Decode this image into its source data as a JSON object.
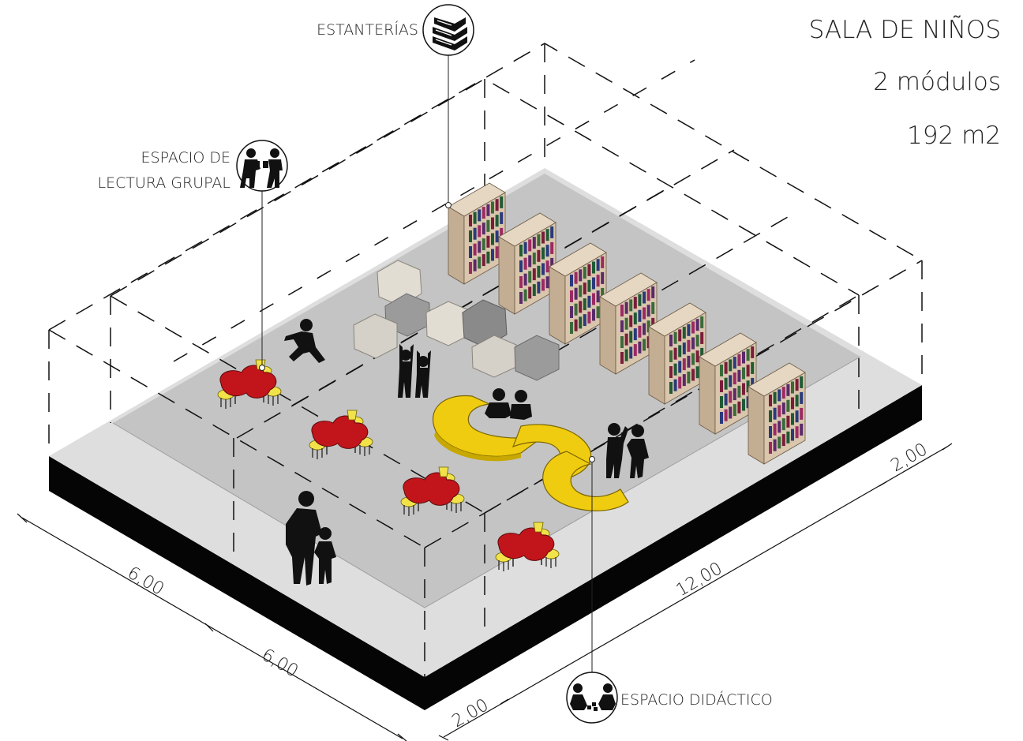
{
  "header": {
    "title": "SALA DE NIÑOS",
    "modules": "2 módulos",
    "area": "192 m2"
  },
  "labels": {
    "shelves": "ESTANTERÍAS",
    "group_reading_line1": "ESPACIO DE",
    "group_reading_line2": "LECTURA GRUPAL",
    "didactic": "ESPACIO DIDÁCTICO"
  },
  "icons": {
    "shelves": "books-stack-icon",
    "group_reading": "children-reading-icon",
    "didactic": "children-playing-icon"
  },
  "dimensions": {
    "left_a": "6,00",
    "left_b": "6,00",
    "front_long": "12,00",
    "front_short": "2,00",
    "right_short": "2,00"
  },
  "colors": {
    "floor": "#c4c4c4",
    "floor_border": "#dedede",
    "slab_side": "#050505",
    "shelf_wood": "#d9c6ad",
    "table_red": "#c2151b",
    "chair_yellow": "#f2e24a",
    "seating_yellow": "#f0cc10",
    "poufs": [
      "#e2ddd2",
      "#9b9b9b",
      "#d6d1c8"
    ],
    "silhouette": "#111111"
  }
}
